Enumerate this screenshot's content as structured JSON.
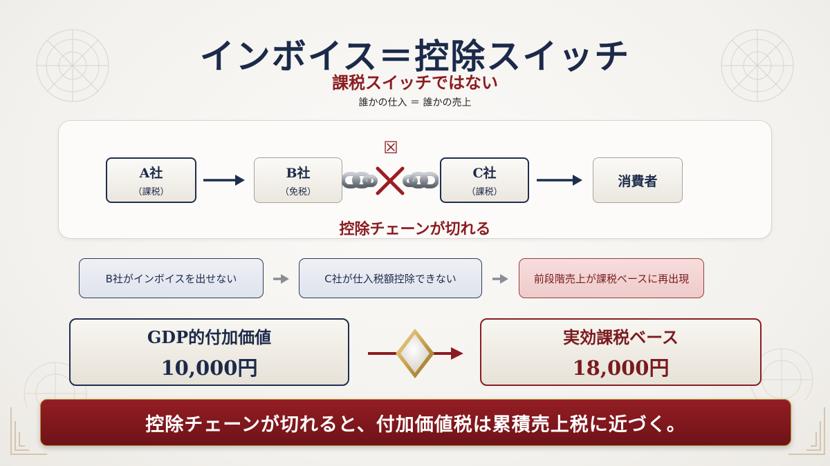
{
  "title": "インボイス＝控除スイッチ",
  "subtitle": "課税スイッチではない",
  "caption": "誰かの仕入 ＝ 誰かの売上",
  "chain": {
    "entities": [
      {
        "name": "A社",
        "tag": "（課税）"
      },
      {
        "name": "B社",
        "tag": "（免税）"
      },
      {
        "name": "C社",
        "tag": "（課税）"
      },
      {
        "name": "消費者"
      }
    ],
    "break_symbol": "☒",
    "break_label": "控除チェーンが切れる"
  },
  "steps": [
    "B社がインボイスを出せない",
    "C社が仕入税額控除できない",
    "前段階売上が課税ベースに再出現"
  ],
  "comparison": {
    "gdp": {
      "label": "GDP的付加価値",
      "value": "10,000円"
    },
    "tax": {
      "label": "実効課税ベース",
      "value": "18,000円"
    }
  },
  "banner": "控除チェーンが切れると、付加価値税は累積売上税に近づく。",
  "colors": {
    "navy": "#1c2a4a",
    "crimson": "#8a1c22",
    "gold": "#c9a14a"
  }
}
